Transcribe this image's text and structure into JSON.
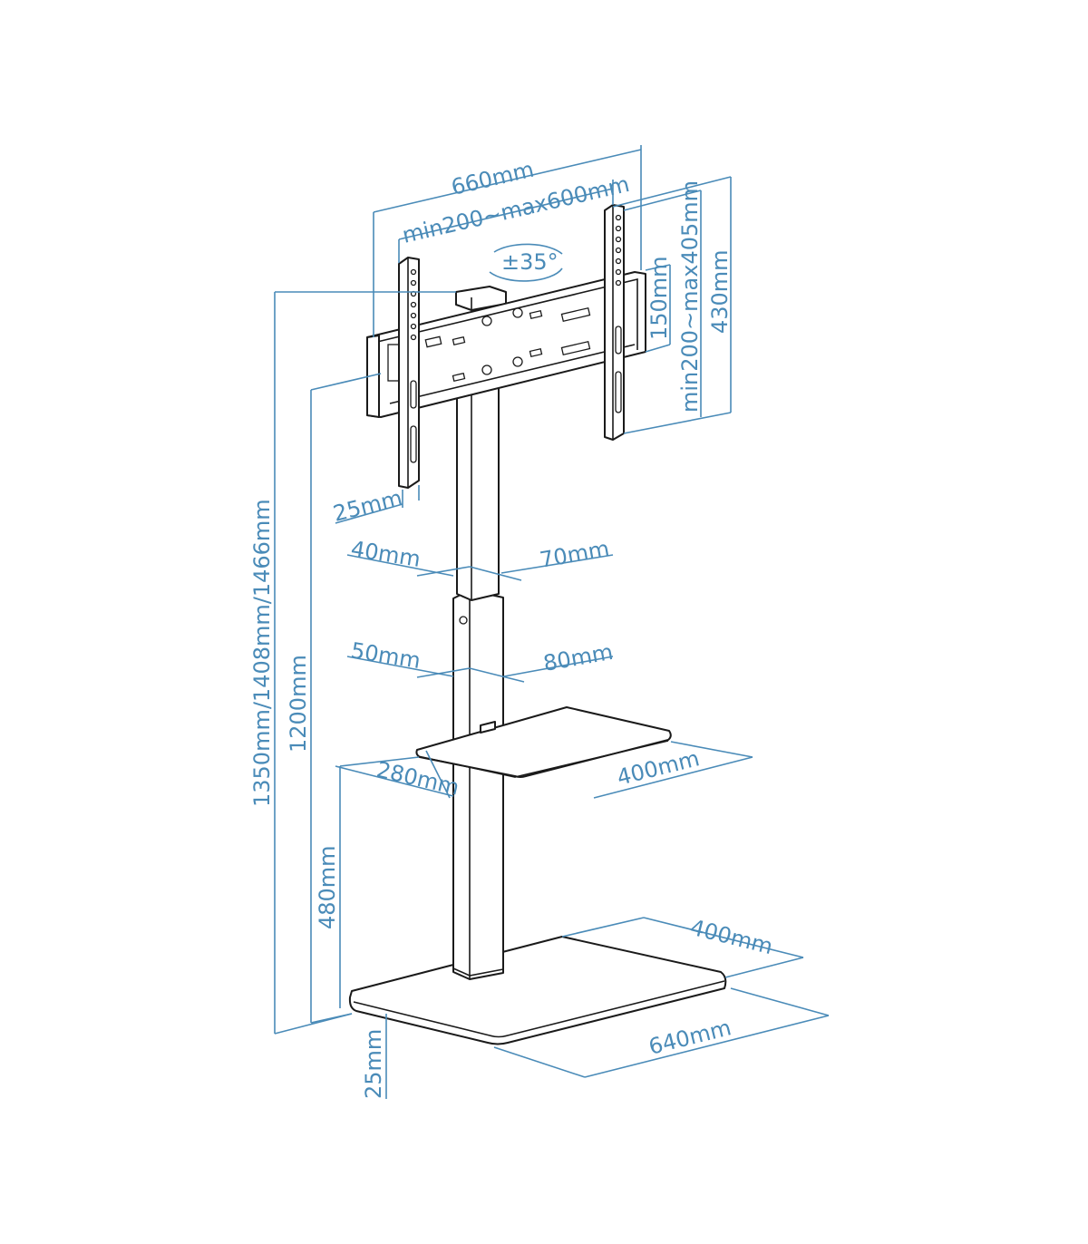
{
  "diagram": {
    "colors": {
      "dimension": "#4a8bb8",
      "outline": "#1a1a1a",
      "background": "#ffffff"
    },
    "labels": {
      "total_height": "1350mm/1408mm/1466mm",
      "mount_height": "1200mm",
      "shelf_height": "480mm",
      "base_thickness": "25mm",
      "bracket_offset": "25mm",
      "mount_width": "660mm",
      "vesa_horizontal": "min200~max600mm",
      "mount_height_total": "430mm",
      "vesa_vertical": "min200~max405mm",
      "plate_height": "150mm",
      "swivel": "±35°",
      "upper_column_depth": "40mm",
      "upper_column_width": "70mm",
      "lower_column_depth": "50mm",
      "lower_column_width": "80mm",
      "shelf_depth": "280mm",
      "shelf_width": "400mm",
      "base_depth": "400mm",
      "base_width": "640mm"
    }
  }
}
